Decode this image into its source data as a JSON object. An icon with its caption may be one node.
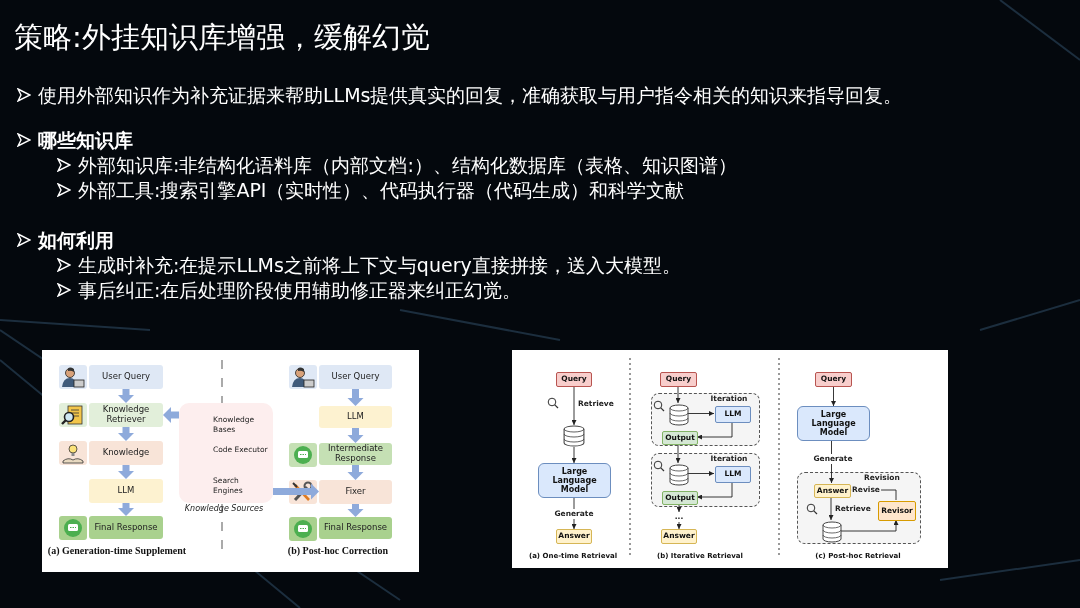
{
  "diagram": {
    "title": "策略:外挂知识库增强，缓解幻觉",
    "nodes": [
      {
        "text": [
          "User Query"
        ]
      },
      {
        "text": [
          "Knowledge Retriever"
        ]
      },
      {
        "text": [
          "Knowledge"
        ]
      },
      {
        "text": [
          "LLM"
        ]
      },
      {
        "text": [
          "Final Response"
        ]
      },
      {
        "text": [
          "Knowledge Bases",
          "Code Executor",
          "Search Engines",
          "Knowledge Sources"
        ]
      },
      {
        "text": [
          "User Query"
        ]
      },
      {
        "text": [
          "LLM"
        ]
      },
      {
        "text": [
          "Intermediate Response"
        ]
      },
      {
        "text": [
          "Fixer"
        ]
      },
      {
        "text": [
          "Final Response"
        ]
      },
      {
        "text": [
          "Query"
        ]
      },
      {
        "text": [],
        "shape": "cylinder"
      },
      {
        "text": [
          "Large Language Model"
        ]
      },
      {
        "text": [
          "Answer"
        ]
      },
      {
        "text": [
          "Query"
        ]
      },
      {
        "text": [
          "Iteration"
        ]
      },
      {
        "text": [],
        "shape": "cylinder",
        "in": 16
      },
      {
        "text": [
          "LLM"
        ],
        "in": 16
      },
      {
        "text": [
          "Output"
        ],
        "in": 16
      },
      {
        "text": [
          "Iteration"
        ]
      },
      {
        "text": [],
        "shape": "cylinder",
        "in": 20
      },
      {
        "text": [
          "LLM"
        ],
        "in": 20
      },
      {
        "text": [
          "Output"
        ],
        "in": 20
      },
      {
        "text": [
          "..."
        ]
      },
      {
        "text": [
          "Answer"
        ]
      },
      {
        "text": [
          "Query"
        ]
      },
      {
        "text": [
          "Large Language Model"
        ]
      },
      {
        "text": [
          "Revision"
        ]
      },
      {
        "text": [
          "Answer"
        ],
        "in": 28
      },
      {
        "text": [],
        "shape": "cylinder",
        "in": 28
      },
      {
        "text": [
          "Revisor"
        ],
        "in": 28
      }
    ],
    "edges": [
      {
        "from": 0,
        "to": 1,
        "arrow": "to",
        "style": "thick",
        "color": "#8eaadb"
      },
      {
        "from": 1,
        "to": 2,
        "arrow": "to",
        "style": "thick",
        "color": "#8eaadb"
      },
      {
        "from": 2,
        "to": 3,
        "arrow": "to",
        "style": "thick",
        "color": "#8eaadb"
      },
      {
        "from": 3,
        "to": 4,
        "arrow": "to",
        "style": "thick",
        "color": "#8eaadb"
      },
      {
        "from": 5,
        "to": 1,
        "arrow": "to",
        "style": "thick",
        "color": "#8eaadb"
      },
      {
        "from": 5,
        "to": 9,
        "arrow": "to",
        "style": "thick",
        "color": "#8eaadb"
      },
      {
        "from": 6,
        "to": 7,
        "arrow": "to",
        "style": "thick",
        "color": "#8eaadb"
      },
      {
        "from": 7,
        "to": 8,
        "arrow": "to",
        "style": "thick",
        "color": "#8eaadb"
      },
      {
        "from": 8,
        "to": 9,
        "arrow": "to",
        "style": "thick",
        "color": "#8eaadb"
      },
      {
        "from": 9,
        "to": 10,
        "arrow": "to",
        "style": "thick",
        "color": "#8eaadb"
      },
      {
        "from": 11,
        "to": 12,
        "arrow": "to",
        "label": "Retrieve"
      },
      {
        "from": 12,
        "to": 13,
        "arrow": "to"
      },
      {
        "from": 13,
        "to": 14,
        "arrow": "to",
        "label": "Generate"
      },
      {
        "from": 15,
        "to": 17,
        "arrow": "to"
      },
      {
        "from": 17,
        "to": 18,
        "arrow": "to"
      },
      {
        "from": 18,
        "to": 19,
        "arrow": "to"
      },
      {
        "from": 19,
        "to": 21,
        "arrow": "to"
      },
      {
        "from": 21,
        "to": 22,
        "arrow": "to"
      },
      {
        "from": 22,
        "to": 23,
        "arrow": "to"
      },
      {
        "from": 23,
        "to": 24,
        "arrow": "to"
      },
      {
        "from": 24,
        "to": 25,
        "arrow": "to"
      },
      {
        "from": 26,
        "to": 27,
        "arrow": "to"
      },
      {
        "from": 27,
        "to": 29,
        "arrow": "to",
        "label": "Generate"
      },
      {
        "from": 29,
        "to": 30,
        "arrow": "to",
        "label": "Retrieve"
      },
      {
        "from": 30,
        "to": 31,
        "arrow": "to"
      },
      {
        "from": 31,
        "to": 29,
        "arrow": "to",
        "label": "Revise"
      }
    ],
    "labels": [
      "使用外部知识作为补充证据来帮助LLMs提供真实的回复，准确获取与用户指令相关的知识来指导回复。",
      "哪些知识库",
      "外部知识库:非结构化语料库（内部文档:）、结构化数据库（表格、知识图谱）",
      "外部工具:搜索引擎API（实时性）、代码执行器（代码生成）和科学文献",
      "如何利用",
      "生成时补充:在提示LLMs之前将上下文与query直接拼接，送入大模型。",
      "事后纠正:在后处理阶段使用辅助修正器来纠正幻觉。",
      "(a) Generation-time Supplement",
      "(b) Post-hoc Correction",
      "(a) One-time Retrieval",
      "(b) Iterative Retrieval",
      "(c) Post-hoc Retrieval"
    ]
  }
}
